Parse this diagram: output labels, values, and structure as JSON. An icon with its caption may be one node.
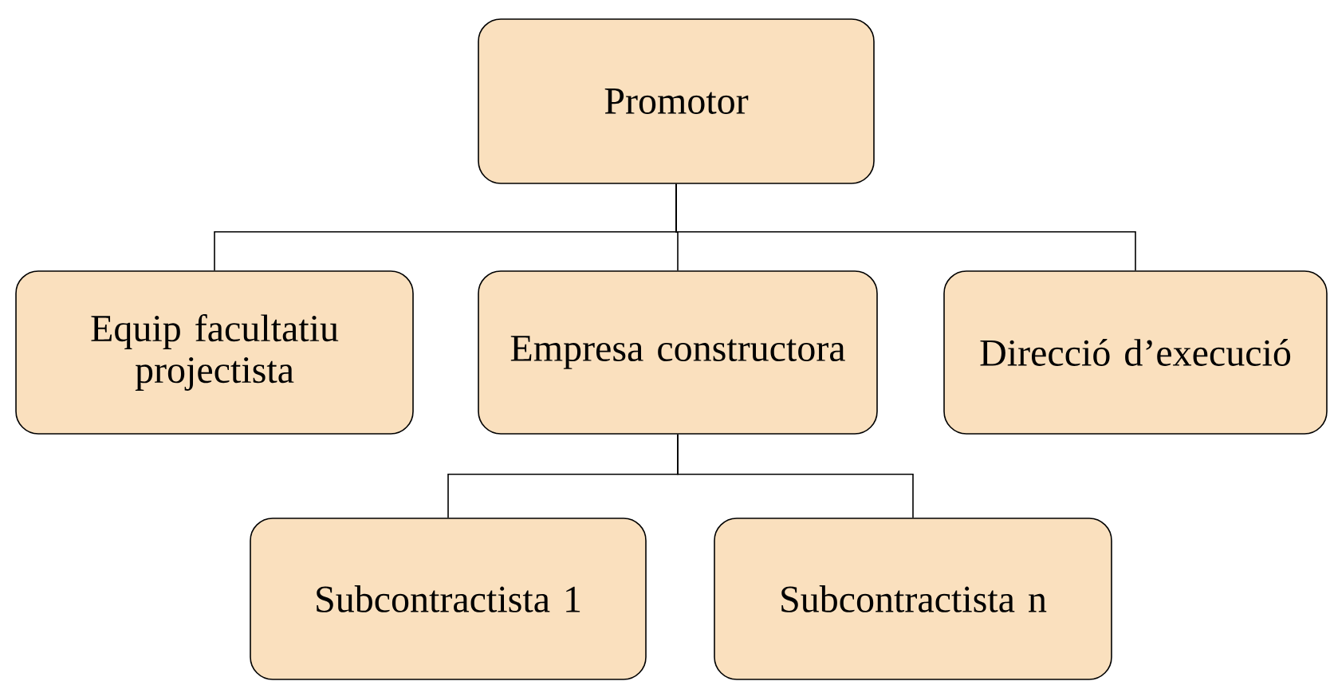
{
  "diagram": {
    "nodes": [
      {
        "text": [
          "Promotor"
        ]
      },
      {
        "text": [
          "Equip facultatiu projectista"
        ]
      },
      {
        "text": [
          "Empresa constructora"
        ]
      },
      {
        "text": [
          "Direcció d’execució"
        ]
      },
      {
        "text": [
          "Subcontractista 1"
        ]
      },
      {
        "text": [
          "Subcontractista n"
        ]
      }
    ],
    "edges": [
      {
        "from": 0,
        "to": 1,
        "arrow": "none"
      },
      {
        "from": 0,
        "to": 2,
        "arrow": "none"
      },
      {
        "from": 0,
        "to": 3,
        "arrow": "none"
      },
      {
        "from": 2,
        "to": 4,
        "arrow": "none"
      },
      {
        "from": 2,
        "to": 5,
        "arrow": "none"
      }
    ]
  }
}
